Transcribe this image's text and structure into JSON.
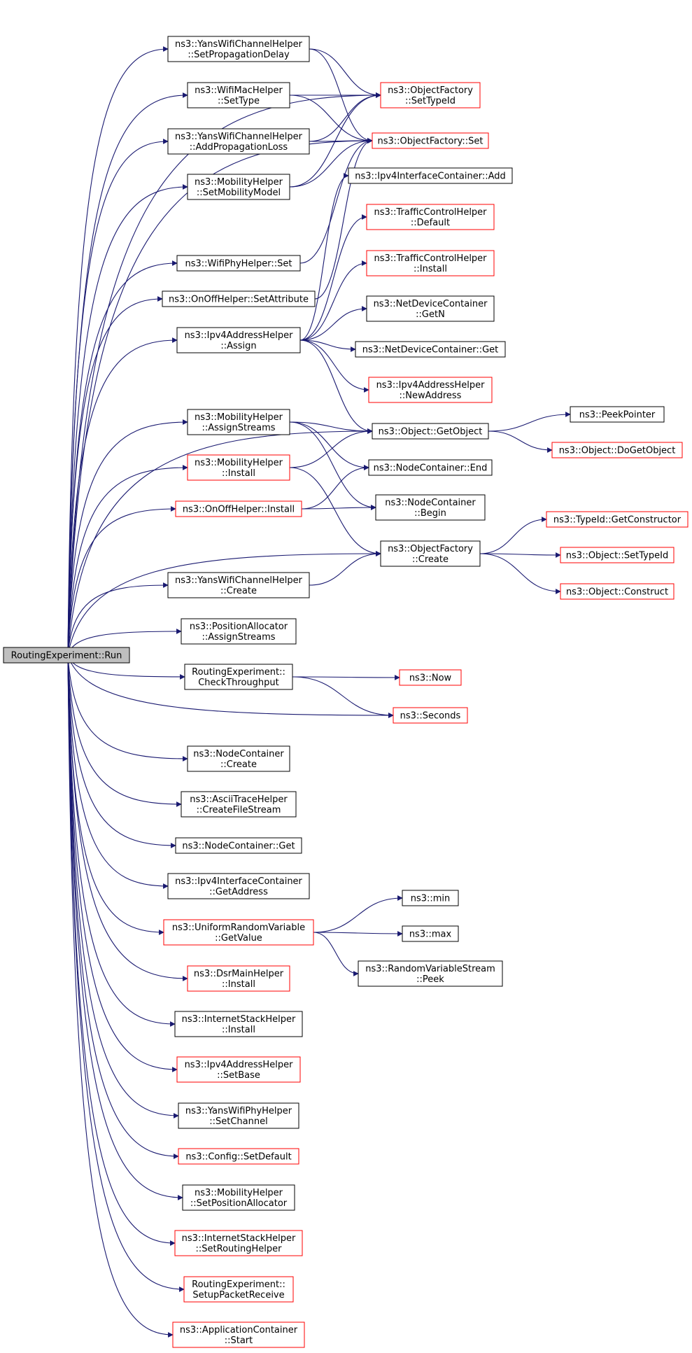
{
  "colors": {
    "edge": "#191970",
    "border_black": "#000000",
    "border_red": "#ff0000",
    "root_fill": "#bfbfbf",
    "node_fill": "#ffffff"
  },
  "nodes": [
    {
      "id": "run",
      "lines": [
        "RoutingExperiment::Run"
      ],
      "style": "root"
    },
    {
      "id": "ywch_setprop",
      "lines": [
        "ns3::YansWifiChannelHelper",
        "::SetPropagationDelay"
      ],
      "style": "black"
    },
    {
      "id": "wifimac_settype",
      "lines": [
        "ns3::WifiMacHelper",
        "::SetType"
      ],
      "style": "black"
    },
    {
      "id": "ywch_addprop",
      "lines": [
        "ns3::YansWifiChannelHelper",
        "::AddPropagationLoss"
      ],
      "style": "black"
    },
    {
      "id": "mob_setmodel",
      "lines": [
        "ns3::MobilityHelper",
        "::SetMobilityModel"
      ],
      "style": "black"
    },
    {
      "id": "wifiphy_set",
      "lines": [
        "ns3::WifiPhyHelper::Set"
      ],
      "style": "black"
    },
    {
      "id": "onoff_setattr",
      "lines": [
        "ns3::OnOffHelper::SetAttribute"
      ],
      "style": "black"
    },
    {
      "id": "ipv4addr_assign",
      "lines": [
        "ns3::Ipv4AddressHelper",
        "::Assign"
      ],
      "style": "black"
    },
    {
      "id": "mob_assignstreams",
      "lines": [
        "ns3::MobilityHelper",
        "::AssignStreams"
      ],
      "style": "black"
    },
    {
      "id": "mob_install",
      "lines": [
        "ns3::MobilityHelper",
        "::Install"
      ],
      "style": "red"
    },
    {
      "id": "onoff_install",
      "lines": [
        "ns3::OnOffHelper::Install"
      ],
      "style": "red"
    },
    {
      "id": "ywch_create",
      "lines": [
        "ns3::YansWifiChannelHelper",
        "::Create"
      ],
      "style": "black"
    },
    {
      "id": "posalloc_assign",
      "lines": [
        "ns3::PositionAllocator",
        "::AssignStreams"
      ],
      "style": "black"
    },
    {
      "id": "re_checkthroughput",
      "lines": [
        "RoutingExperiment::",
        "CheckThroughput"
      ],
      "style": "black"
    },
    {
      "id": "nc_create",
      "lines": [
        "ns3::NodeContainer",
        "::Create"
      ],
      "style": "black"
    },
    {
      "id": "ascii_create",
      "lines": [
        "ns3::AsciiTraceHelper",
        "::CreateFileStream"
      ],
      "style": "black"
    },
    {
      "id": "nc_get",
      "lines": [
        "ns3::NodeContainer::Get"
      ],
      "style": "black"
    },
    {
      "id": "ipv4ic_getaddr",
      "lines": [
        "ns3::Ipv4InterfaceContainer",
        "::GetAddress"
      ],
      "style": "black"
    },
    {
      "id": "urv_getvalue",
      "lines": [
        "ns3::UniformRandomVariable",
        "::GetValue"
      ],
      "style": "red"
    },
    {
      "id": "dsr_install",
      "lines": [
        "ns3::DsrMainHelper",
        "::Install"
      ],
      "style": "red"
    },
    {
      "id": "ish_install",
      "lines": [
        "ns3::InternetStackHelper",
        "::Install"
      ],
      "style": "black"
    },
    {
      "id": "ipv4addr_setbase",
      "lines": [
        "ns3::Ipv4AddressHelper",
        "::SetBase"
      ],
      "style": "red"
    },
    {
      "id": "ywph_setchannel",
      "lines": [
        "ns3::YansWifiPhyHelper",
        "::SetChannel"
      ],
      "style": "black"
    },
    {
      "id": "config_setdefault",
      "lines": [
        "ns3::Config::SetDefault"
      ],
      "style": "red"
    },
    {
      "id": "mob_setposalloc",
      "lines": [
        "ns3::MobilityHelper",
        "::SetPositionAllocator"
      ],
      "style": "black"
    },
    {
      "id": "ish_setrouting",
      "lines": [
        "ns3::InternetStackHelper",
        "::SetRoutingHelper"
      ],
      "style": "red"
    },
    {
      "id": "re_setuppacket",
      "lines": [
        "RoutingExperiment::",
        "SetupPacketReceive"
      ],
      "style": "red"
    },
    {
      "id": "appc_start",
      "lines": [
        "ns3::ApplicationContainer",
        "::Start"
      ],
      "style": "red"
    },
    {
      "id": "of_settypeid",
      "lines": [
        "ns3::ObjectFactory",
        "::SetTypeId"
      ],
      "style": "red"
    },
    {
      "id": "of_set",
      "lines": [
        "ns3::ObjectFactory::Set"
      ],
      "style": "red"
    },
    {
      "id": "ipv4ic_add",
      "lines": [
        "ns3::Ipv4InterfaceContainer::Add"
      ],
      "style": "black"
    },
    {
      "id": "tch_default",
      "lines": [
        "ns3::TrafficControlHelper",
        "::Default"
      ],
      "style": "red"
    },
    {
      "id": "tch_install",
      "lines": [
        "ns3::TrafficControlHelper",
        "::Install"
      ],
      "style": "red"
    },
    {
      "id": "ndc_getn",
      "lines": [
        "ns3::NetDeviceContainer",
        "::GetN"
      ],
      "style": "black"
    },
    {
      "id": "ndc_get",
      "lines": [
        "ns3::NetDeviceContainer::Get"
      ],
      "style": "black"
    },
    {
      "id": "ipv4addr_newaddr",
      "lines": [
        "ns3::Ipv4AddressHelper",
        "::NewAddress"
      ],
      "style": "red"
    },
    {
      "id": "obj_getobject",
      "lines": [
        "ns3::Object::GetObject"
      ],
      "style": "black"
    },
    {
      "id": "nc_end",
      "lines": [
        "ns3::NodeContainer::End"
      ],
      "style": "black"
    },
    {
      "id": "nc_begin",
      "lines": [
        "ns3::NodeContainer",
        "::Begin"
      ],
      "style": "black"
    },
    {
      "id": "of_create",
      "lines": [
        "ns3::ObjectFactory",
        "::Create"
      ],
      "style": "black"
    },
    {
      "id": "now",
      "lines": [
        "ns3::Now"
      ],
      "style": "red"
    },
    {
      "id": "seconds",
      "lines": [
        "ns3::Seconds"
      ],
      "style": "red"
    },
    {
      "id": "min",
      "lines": [
        "ns3::min"
      ],
      "style": "black"
    },
    {
      "id": "max",
      "lines": [
        "ns3::max"
      ],
      "style": "black"
    },
    {
      "id": "rvs_peek",
      "lines": [
        "ns3::RandomVariableStream",
        "::Peek"
      ],
      "style": "black"
    },
    {
      "id": "peekpointer",
      "lines": [
        "ns3::PeekPointer"
      ],
      "style": "black"
    },
    {
      "id": "obj_dogetobject",
      "lines": [
        "ns3::Object::DoGetObject"
      ],
      "style": "red"
    },
    {
      "id": "typeid_getctor",
      "lines": [
        "ns3::TypeId::GetConstructor"
      ],
      "style": "red"
    },
    {
      "id": "obj_settypeid",
      "lines": [
        "ns3::Object::SetTypeId"
      ],
      "style": "red"
    },
    {
      "id": "obj_construct",
      "lines": [
        "ns3::Object::Construct"
      ],
      "style": "red"
    }
  ],
  "edges": [
    [
      "run",
      "ywch_setprop"
    ],
    [
      "run",
      "wifimac_settype"
    ],
    [
      "run",
      "ywch_addprop"
    ],
    [
      "run",
      "mob_setmodel"
    ],
    [
      "run",
      "wifiphy_set"
    ],
    [
      "run",
      "onoff_setattr"
    ],
    [
      "run",
      "ipv4addr_assign"
    ],
    [
      "run",
      "mob_assignstreams"
    ],
    [
      "run",
      "mob_install"
    ],
    [
      "run",
      "onoff_install"
    ],
    [
      "run",
      "ywch_create"
    ],
    [
      "run",
      "posalloc_assign"
    ],
    [
      "run",
      "re_checkthroughput"
    ],
    [
      "run",
      "nc_create"
    ],
    [
      "run",
      "ascii_create"
    ],
    [
      "run",
      "nc_get"
    ],
    [
      "run",
      "ipv4ic_getaddr"
    ],
    [
      "run",
      "urv_getvalue"
    ],
    [
      "run",
      "dsr_install"
    ],
    [
      "run",
      "ish_install"
    ],
    [
      "run",
      "ipv4addr_setbase"
    ],
    [
      "run",
      "ywph_setchannel"
    ],
    [
      "run",
      "config_setdefault"
    ],
    [
      "run",
      "mob_setposalloc"
    ],
    [
      "run",
      "ish_setrouting"
    ],
    [
      "run",
      "re_setuppacket"
    ],
    [
      "run",
      "appc_start"
    ],
    [
      "run",
      "of_settypeid"
    ],
    [
      "run",
      "of_set"
    ],
    [
      "run",
      "obj_getobject"
    ],
    [
      "run",
      "of_create"
    ],
    [
      "run",
      "seconds"
    ],
    [
      "ywch_setprop",
      "of_settypeid"
    ],
    [
      "ywch_setprop",
      "of_set"
    ],
    [
      "wifimac_settype",
      "of_settypeid"
    ],
    [
      "wifimac_settype",
      "of_set"
    ],
    [
      "ywch_addprop",
      "of_settypeid"
    ],
    [
      "ywch_addprop",
      "of_set"
    ],
    [
      "mob_setmodel",
      "of_settypeid"
    ],
    [
      "mob_setmodel",
      "of_set"
    ],
    [
      "wifiphy_set",
      "of_set"
    ],
    [
      "onoff_setattr",
      "of_set"
    ],
    [
      "ipv4addr_assign",
      "ipv4ic_add"
    ],
    [
      "ipv4addr_assign",
      "tch_default"
    ],
    [
      "ipv4addr_assign",
      "tch_install"
    ],
    [
      "ipv4addr_assign",
      "ndc_getn"
    ],
    [
      "ipv4addr_assign",
      "ndc_get"
    ],
    [
      "ipv4addr_assign",
      "ipv4addr_newaddr"
    ],
    [
      "ipv4addr_assign",
      "obj_getobject"
    ],
    [
      "mob_assignstreams",
      "obj_getobject"
    ],
    [
      "mob_assignstreams",
      "nc_end"
    ],
    [
      "mob_assignstreams",
      "nc_begin"
    ],
    [
      "mob_install",
      "obj_getobject"
    ],
    [
      "mob_install",
      "of_create"
    ],
    [
      "onoff_install",
      "nc_end"
    ],
    [
      "onoff_install",
      "nc_begin"
    ],
    [
      "ywch_create",
      "of_create"
    ],
    [
      "re_checkthroughput",
      "now"
    ],
    [
      "re_checkthroughput",
      "seconds"
    ],
    [
      "urv_getvalue",
      "min"
    ],
    [
      "urv_getvalue",
      "max"
    ],
    [
      "urv_getvalue",
      "rvs_peek"
    ],
    [
      "obj_getobject",
      "peekpointer"
    ],
    [
      "obj_getobject",
      "obj_dogetobject"
    ],
    [
      "of_create",
      "typeid_getctor"
    ],
    [
      "of_create",
      "obj_settypeid"
    ],
    [
      "of_create",
      "obj_construct"
    ]
  ]
}
